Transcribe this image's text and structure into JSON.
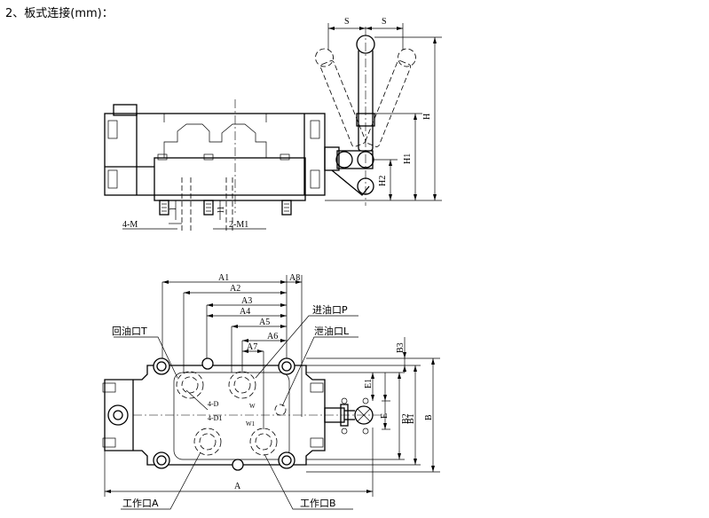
{
  "title": "2、板式连接(mm)：",
  "side_view": {
    "labels": {
      "s_left": "S",
      "s_right": "S",
      "h": "H",
      "h1": "H1",
      "h2": "H2",
      "thread": "4-M",
      "depth": "l",
      "depth1": "l1",
      "thread1": "2-M1"
    }
  },
  "plan_view": {
    "dims": {
      "a1": "A1",
      "a2": "A2",
      "a3": "A3",
      "a4": "A4",
      "a5": "A5",
      "a6": "A6",
      "a7": "A7",
      "a8": "A8",
      "a": "A",
      "b": "B",
      "b1": "B1",
      "b2": "B2",
      "b3": "B3",
      "e": "E",
      "e1": "E1"
    },
    "port_labels": {
      "return_t": "回油口T",
      "inlet_p": "进油口P",
      "drain_l": "泄油口L",
      "work_a": "工作口A",
      "work_b": "工作口B"
    },
    "hole_labels": {
      "d": "4-D",
      "d1": "4-D1",
      "w": "W",
      "w1": "W1"
    }
  }
}
